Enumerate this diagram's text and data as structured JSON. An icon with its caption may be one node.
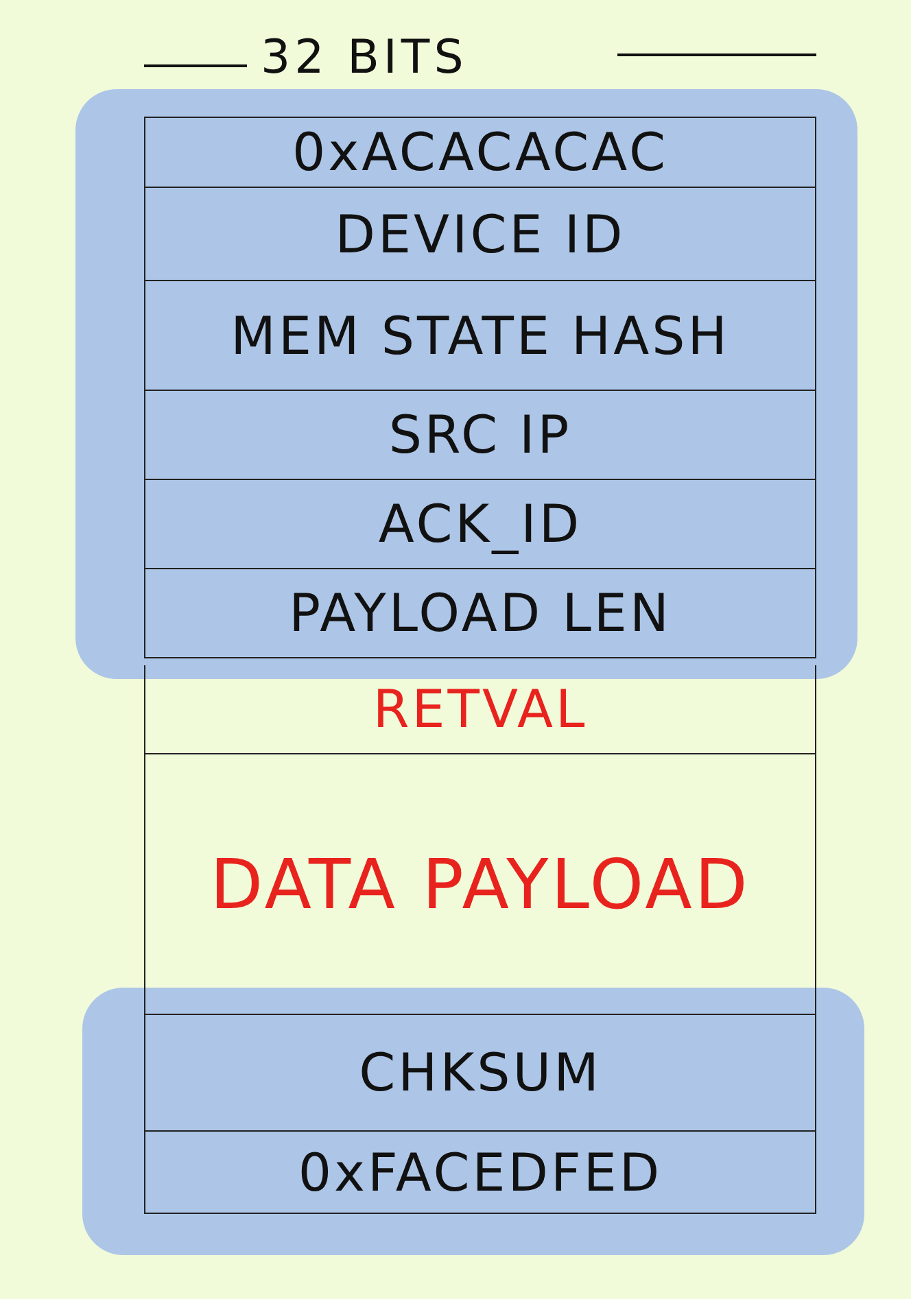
{
  "diagram": {
    "nodes": [
      {
        "text": [
          "0xACACACAC"
        ]
      },
      {
        "text": [
          "DEVICE ID"
        ]
      },
      {
        "text": [
          "MEM STATE HASH"
        ]
      },
      {
        "text": [
          "SRC IP"
        ]
      },
      {
        "text": [
          "ACK_ID"
        ]
      },
      {
        "text": [
          "PAYLOAD LEN"
        ]
      },
      {
        "text": [
          "RETVAL"
        ]
      },
      {
        "text": [
          "DATA PAYLOAD"
        ]
      },
      {
        "text": [
          "CHKSUM"
        ]
      },
      {
        "text": [
          "0xFACEDFED"
        ]
      }
    ],
    "labels": [
      "32 BITS"
    ]
  }
}
